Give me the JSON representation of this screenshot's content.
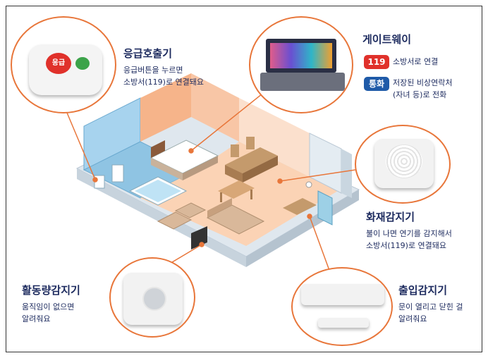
{
  "emergency": {
    "title": "응급호출기",
    "line1": "응급버튼을 누르면",
    "line2": "소방서(119)로 연결돼요",
    "btn_red": "응급"
  },
  "gateway": {
    "title": "게이트웨이",
    "btn_119": "119",
    "text_119": "소방서로 연결",
    "btn_call": "통화",
    "text_call_1": "저장된 비상연락처",
    "text_call_2": "(자녀 등)로 전화"
  },
  "fire": {
    "title": "화재감지기",
    "line1": "불이 나면 연기를 감지해서",
    "line2": "소방서(119)로 연결돼요"
  },
  "activity": {
    "title": "활동량감지기",
    "line1": "움직임이 없으면",
    "line2": "알려줘요"
  },
  "door": {
    "title": "출입감지기",
    "line1": "문이 열리고 닫힌 걸",
    "line2": "알려줘요"
  },
  "colors": {
    "accent": "#e8763a",
    "navy": "#1c2a5e",
    "red": "#e0312b",
    "blue": "#1f5aa8"
  }
}
